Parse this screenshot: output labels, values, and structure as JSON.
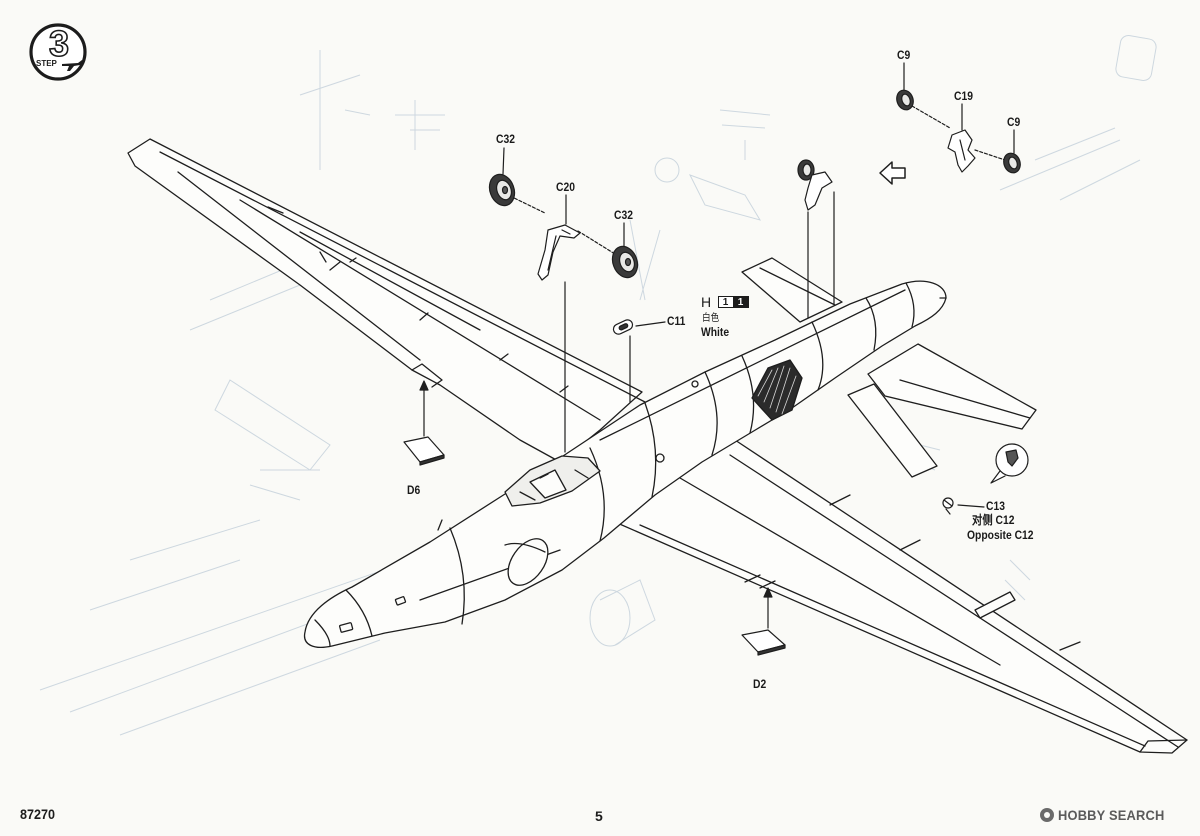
{
  "step": {
    "label": "STEP",
    "number": "3"
  },
  "parts": [
    {
      "label": "C32"
    },
    {
      "label": "C20"
    },
    {
      "label": "C32"
    },
    {
      "label": "C11"
    },
    {
      "label": "C9"
    },
    {
      "label": "C19"
    },
    {
      "label": "C9"
    },
    {
      "label": "D6"
    },
    {
      "label": "D2"
    },
    {
      "label": "C13"
    }
  ],
  "paint": {
    "code": "H",
    "boxes": [
      "1",
      "1"
    ],
    "name_cn": "白色",
    "name_en": "White"
  },
  "opposite": {
    "cn": "对侧 C12",
    "en": "Opposite C12"
  },
  "footer": {
    "kit_number": "87270",
    "page_number": "5",
    "watermark": "HOBBY SEARCH"
  },
  "icons": {
    "step_badge": "step-plane-icon",
    "direction": "hollow-arrow-left-icon",
    "detail_callout": "magnified-part-callout-icon",
    "watermark_logo": "hobby-search-logo-icon"
  },
  "colors": {
    "line": "#1e1e1e",
    "ghost": "#a9bccd",
    "paper": "#fafaf7",
    "tire": "#3a3a3a"
  }
}
